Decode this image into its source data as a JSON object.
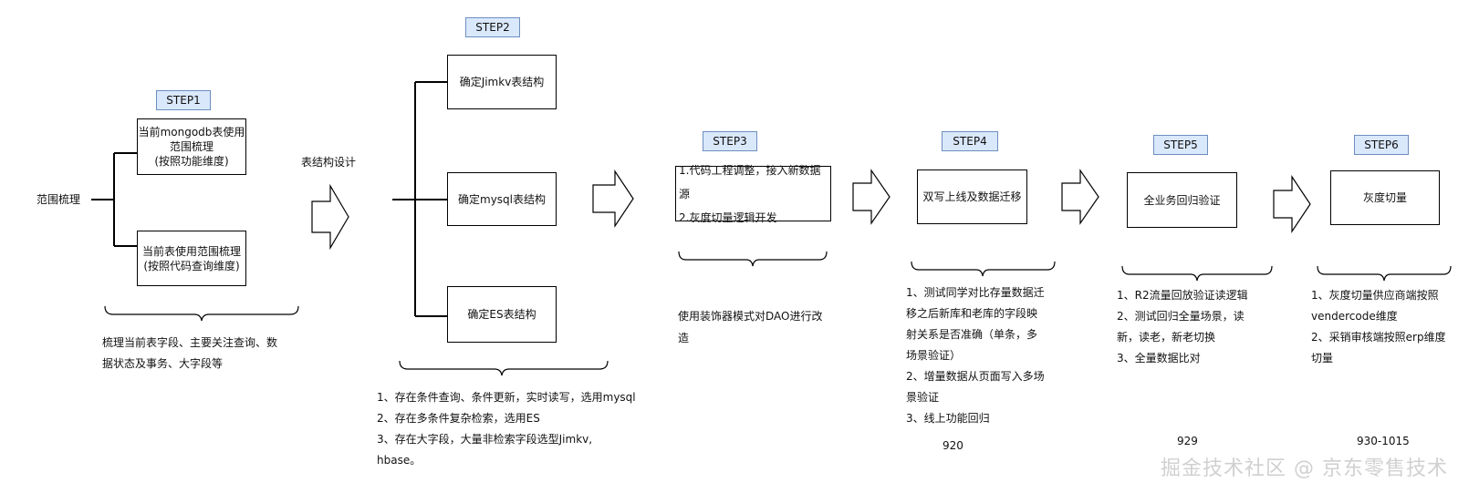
{
  "range_label": "范围梳理",
  "step1": {
    "tag": "STEP1",
    "box_top": [
      "当前mongodb表使用",
      "范围梳理",
      "(按照功能维度)"
    ],
    "box_bottom": [
      "当前表使用范围梳理",
      "(按照代码查询维度)"
    ],
    "note": [
      "梳理当前表字段、主要关注查询、数",
      "据状态及事务、大字段等"
    ]
  },
  "schema_label": "表结构设计",
  "step2": {
    "tag": "STEP2",
    "boxes": [
      "确定Jimkv表结构",
      "确定mysql表结构",
      "确定ES表结构"
    ],
    "note": [
      "1、存在条件查询、条件更新，实时读写，选用mysql",
      "2、存在多条件复杂检索，选用ES",
      "3、存在大字段，大量非检索字段选型Jimkv,",
      "hbase。"
    ]
  },
  "step3": {
    "tag": "STEP3",
    "box": [
      "1.代码工程调整，接入新数据源",
      "2.灰度切量逻辑开发"
    ],
    "note": [
      "使用装饰器模式对DAO进行改",
      "造"
    ]
  },
  "step4": {
    "tag": "STEP4",
    "box": "双写上线及数据迁移",
    "note": [
      "1、测试同学对比存量数据迁",
      "移之后新库和老库的字段映",
      "射关系是否准确（单条，多",
      "场景验证）",
      "2、增量数据从页面写入多场",
      "景验证",
      "3、线上功能回归"
    ],
    "date": "920"
  },
  "step5": {
    "tag": "STEP5",
    "box": "全业务回归验证",
    "note": [
      "1、R2流量回放验证读逻辑",
      "2、测试回归全量场景，读",
      "新，读老，新老切换",
      "3、全量数据比对"
    ],
    "date": "929"
  },
  "step6": {
    "tag": "STEP6",
    "box": "灰度切量",
    "note": [
      "1、灰度切量供应商端按照",
      "vendercode维度",
      "2、采销审核端按照erp维度",
      "切量"
    ],
    "date": "930-1015"
  },
  "watermark": "掘金技术社区 @ 京东零售技术"
}
